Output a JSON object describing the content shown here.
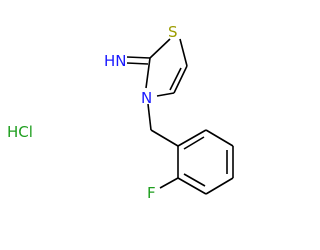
{
  "molecule": {
    "atoms": {
      "S": "S",
      "N_ring": "N",
      "N_imine": "HN",
      "F": "F"
    },
    "salt": "HCl"
  },
  "colors": {
    "sulfur": "#9c9c00",
    "nitrogen": "#1a1aff",
    "halogen": "#1e9e1e",
    "bond": "#000000"
  }
}
